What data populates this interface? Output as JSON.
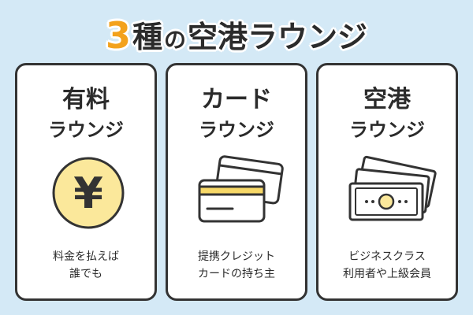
{
  "title": {
    "number": "3",
    "part1": "種",
    "particle": "の",
    "part2": "空港ラウンジ"
  },
  "cards": [
    {
      "heading": "有料",
      "subheading": "ラウンジ",
      "icon": "yen-coin-icon",
      "desc_line1": "料金を払えば",
      "desc_line2": "誰でも",
      "yen_symbol": "¥"
    },
    {
      "heading": "カード",
      "subheading": "ラウンジ",
      "icon": "credit-card-icon",
      "desc_line1": "提携クレジット",
      "desc_line2": "カードの持ち主"
    },
    {
      "heading": "空港",
      "subheading": "ラウンジ",
      "icon": "ticket-icon",
      "desc_line1": "ビジネスクラス",
      "desc_line2": "利用者や上級会員"
    }
  ],
  "colors": {
    "background": "#d4e9f6",
    "accent_orange": "#f3a21d",
    "coin_fill": "#fbe89b",
    "card_stripe": "#f7d867",
    "outline": "#333333",
    "ticket_fill": "#ffffff"
  }
}
